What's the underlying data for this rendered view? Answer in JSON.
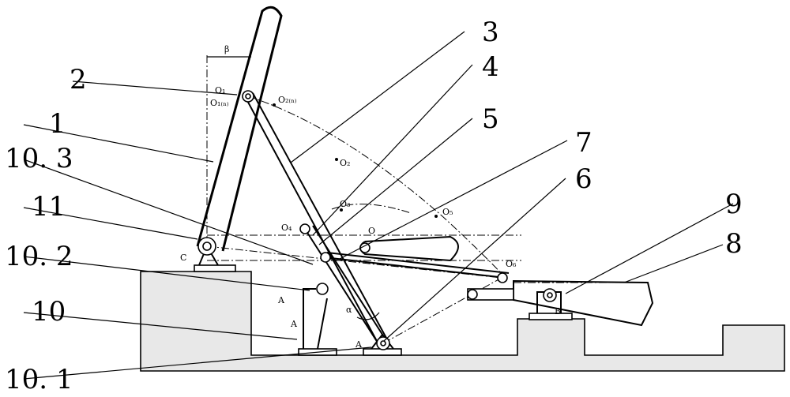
{
  "labels": {
    "l1": "1",
    "l2": "2",
    "l3": "3",
    "l4": "4",
    "l5": "5",
    "l6": "6",
    "l7": "7",
    "l8": "8",
    "l9": "9",
    "l10": "10",
    "l10_1": "10. 1",
    "l10_2": "10. 2",
    "l10_3": "10. 3",
    "l11": "11"
  },
  "points": {
    "beta": "β",
    "alpha": "α",
    "C": "C",
    "A": "A",
    "A2": "A",
    "A3": "A",
    "B": "B",
    "O1": "O₁",
    "O1n": "O₁₍ₙ₎",
    "O": "O",
    "O2n": "O₂₍ₙ₎",
    "O2": "O₂",
    "O3": "O₃",
    "O4": "O₄",
    "O5": "O₅",
    "O6": "O₆"
  }
}
